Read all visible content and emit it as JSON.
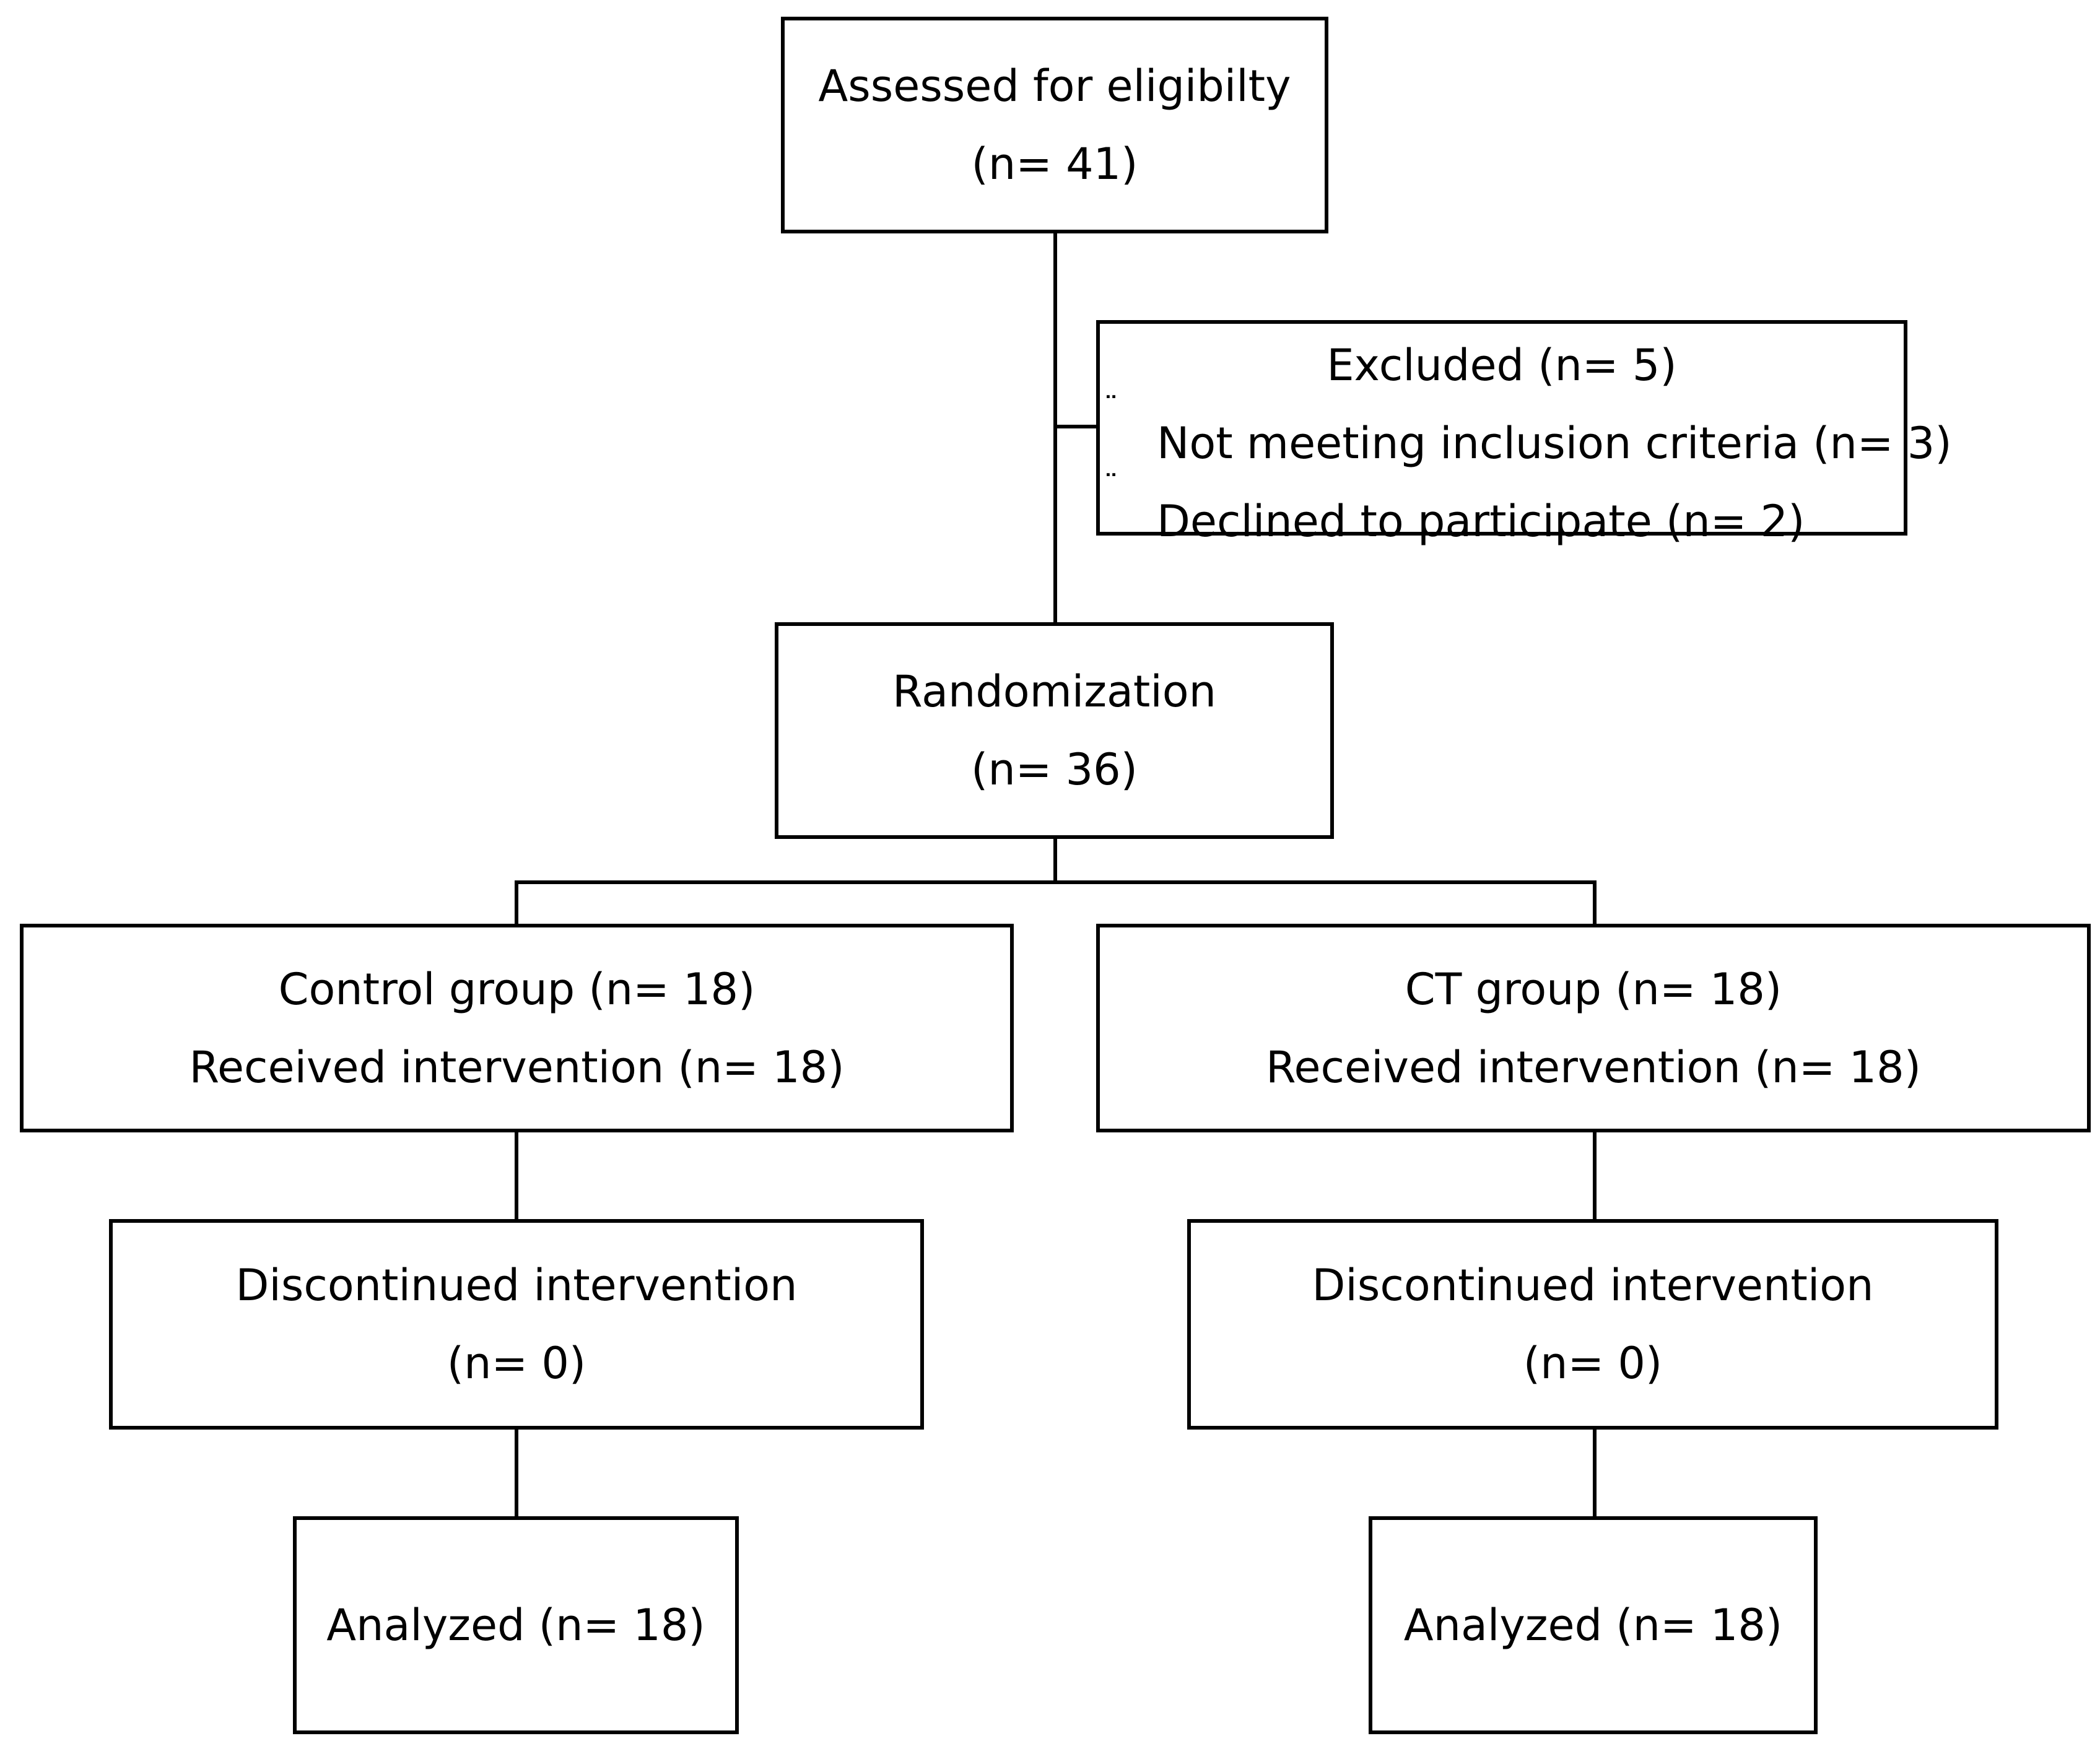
{
  "assessed": {
    "label": "Assessed for eligibilty",
    "n": "(n= 41)"
  },
  "excluded": {
    "label": "Excluded (n= 5)",
    "reasons": [
      {
        "bullet": "¨",
        "text": "Not meeting inclusion criteria (n= 3)"
      },
      {
        "bullet": "¨",
        "text": "Declined to participate (n= 2)"
      }
    ]
  },
  "randomization": {
    "label": "Randomization",
    "n": "(n= 36)"
  },
  "control_group": {
    "allocation": "Control group (n= 18)",
    "received": "Received intervention (n= 18)",
    "discontinued_label": "Discontinued intervention",
    "discontinued_n": "(n= 0)",
    "analyzed": "Analyzed (n= 18)"
  },
  "ct_group": {
    "allocation": "CT group (n= 18)",
    "received": "Received intervention (n= 18)",
    "discontinued_label": "Discontinued intervention",
    "discontinued_n": "(n= 0)",
    "analyzed": "Analyzed (n= 18)"
  }
}
